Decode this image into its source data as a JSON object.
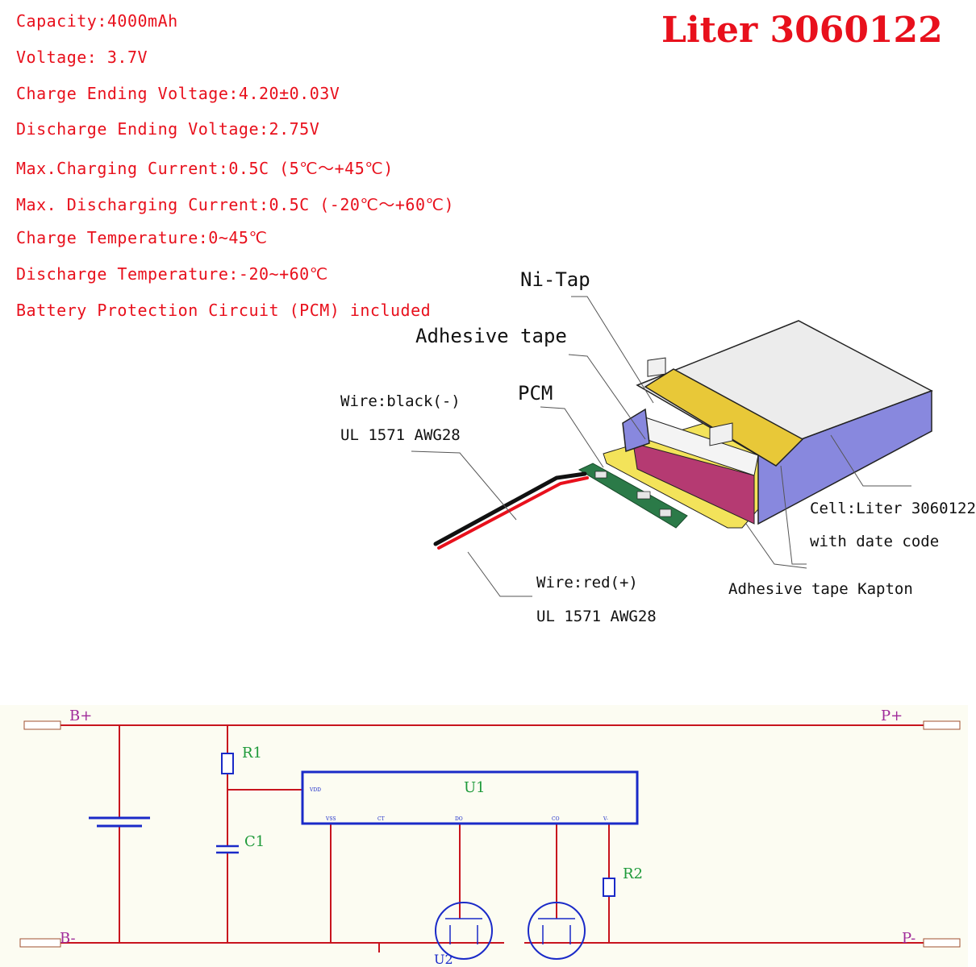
{
  "title": "Liter 3060122",
  "specs": [
    "Capacity:4000mAh",
    "Voltage: 3.7V",
    "Charge Ending Voltage:4.20±0.03V",
    "Discharge Ending Voltage:2.75V",
    "Max.Charging Current:0.5C (5℃～+45℃)",
    "Max. Discharging Current:0.5C (-20℃～+60℃)",
    "Charge Temperature:0~45℃",
    "Discharge Temperature:-20~+60℃",
    "Battery Protection Circuit (PCM) included"
  ],
  "labels": {
    "ni_tap": "Ni-Tap",
    "adhesive_tape": "Adhesive tape",
    "pcm": "PCM",
    "wire_black": "Wire:black(-)",
    "wire_black_spec": "UL 1571 AWG28",
    "wire_red": "Wire:red(+)",
    "wire_red_spec": "UL 1571 AWG28",
    "cell": "Cell:Liter 3060122",
    "cell_date": "with date code",
    "kapton": "Adhesive tape Kapton"
  },
  "schematic": {
    "b_plus": "B+",
    "b_minus": "B-",
    "p_plus": "P+",
    "p_minus": "P-",
    "r1": "R1",
    "r2": "R2",
    "c1": "C1",
    "u1": "U1",
    "u2": "U2",
    "pin_vdd": "VDD",
    "pin_vss": "VSS",
    "pin_ct": "CT",
    "pin_do": "DO",
    "pin_co": "CO",
    "pin_v": "V-"
  }
}
